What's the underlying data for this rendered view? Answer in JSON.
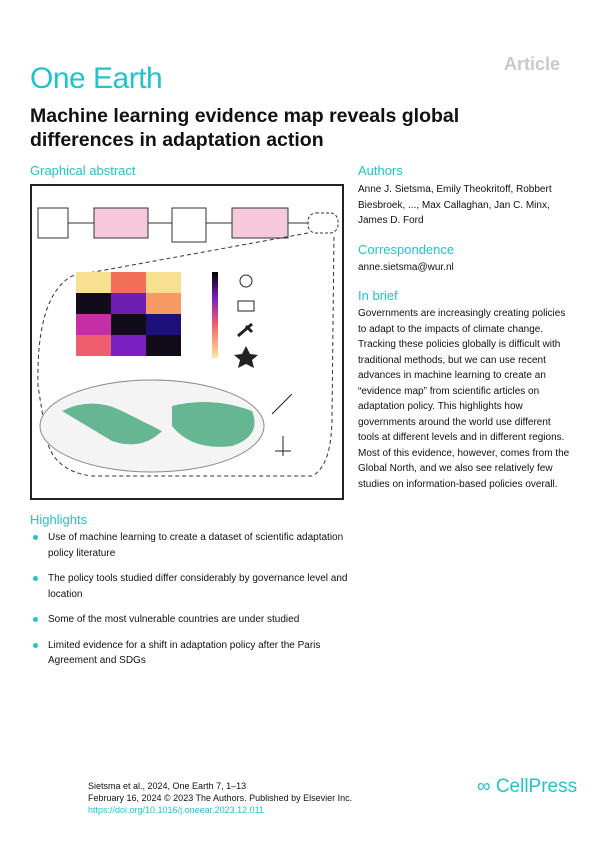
{
  "header": {
    "journal": "One Earth",
    "article_type": "Article",
    "title": "Machine learning evidence map reveals global differences in adaptation action"
  },
  "graphical_abstract": {
    "heading": "Graphical abstract",
    "heatmap_colors": [
      [
        "#f7e08f",
        "#f2705a",
        "#f7e08f"
      ],
      [
        "#120b1a",
        "#6c1fb0",
        "#f59a62"
      ],
      [
        "#c42fa6",
        "#120b1a",
        "#1e107a"
      ],
      [
        "#ef5e6e",
        "#7a20c0",
        "#120b1a"
      ]
    ]
  },
  "authors": {
    "heading": "Authors",
    "text": "Anne J. Sietsma, Emily Theokritoff, Robbert Biesbroek, ..., Max Callaghan, Jan C. Minx, James D. Ford"
  },
  "correspondence": {
    "heading": "Correspondence",
    "email": "anne.sietsma@wur.nl"
  },
  "in_brief": {
    "heading": "In brief",
    "text": "Governments are increasingly creating policies to adapt to the impacts of climate change. Tracking these policies globally is difficult with traditional methods, but we can use recent advances in machine learning to create an “evidence map” from scientific articles on adaptation policy. This highlights how governments around the world use different tools at different levels and in different regions. Most of this evidence, however, comes from the Global North, and we also see relatively few studies on information-based policies overall."
  },
  "highlights": {
    "heading": "Highlights",
    "items": [
      "Use of machine learning to create a dataset of scientific adaptation policy literature",
      "The policy tools studied differ considerably by governance level and location",
      "Some of the most vulnerable countries are under studied",
      "Limited evidence for a shift in adaptation policy after the Paris Agreement and SDGs"
    ]
  },
  "footer": {
    "citation": "Sietsma et al., 2024, One Earth 7, 1–13",
    "date": "February 16, 2024 © 2023 The Authors. Published by Elsevier Inc.",
    "doi": "https://doi.org/10.1016/j.oneear.2023.12.011",
    "publisher": "CellPress"
  }
}
